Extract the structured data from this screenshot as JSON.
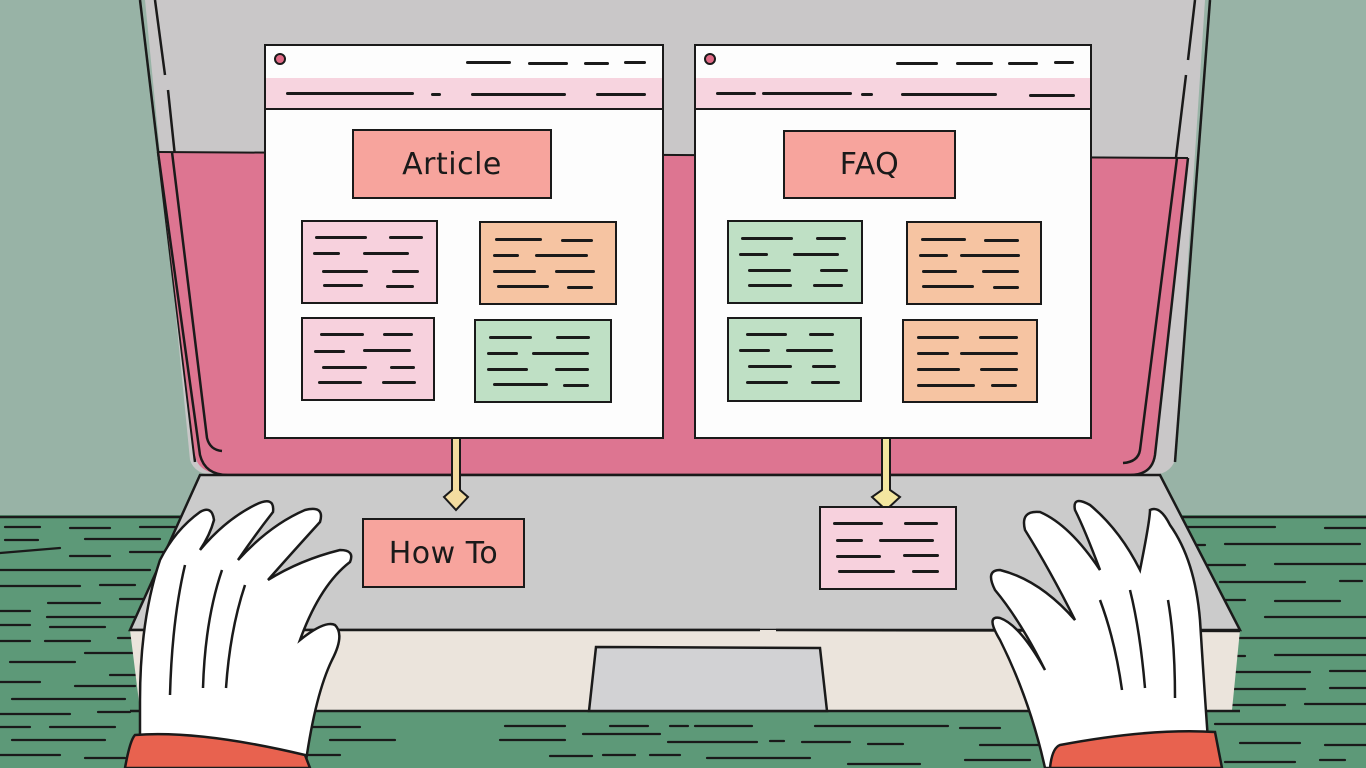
{
  "scene": {
    "description": "Laptop with two browser windows showing structured data types",
    "colors": {
      "wall": "#98b3a6",
      "desk": "#5d9978",
      "laptop_lid": "#c9c7c8",
      "screen_bezel": "#dd7591",
      "keyboard_deck": "#cbcbcb",
      "palm_rest": "#ebe4dc",
      "trackpad": "#d2d2d4",
      "label_box": "#f7a49d",
      "card_pink": "#f7d1dd",
      "card_orange": "#f6c4a2",
      "card_green": "#bfe0c5",
      "connector": "#f3dca0",
      "glove": "#ffffff",
      "sleeve": "#e8624f"
    }
  },
  "windows": [
    {
      "id": "left",
      "title_label": "Article",
      "cards": [
        "pink",
        "orange",
        "pink",
        "green"
      ]
    },
    {
      "id": "right",
      "title_label": "FAQ",
      "cards": [
        "green",
        "orange",
        "green",
        "orange"
      ]
    }
  ],
  "below_screen": {
    "left_label": "How To",
    "right_card": "pink"
  }
}
